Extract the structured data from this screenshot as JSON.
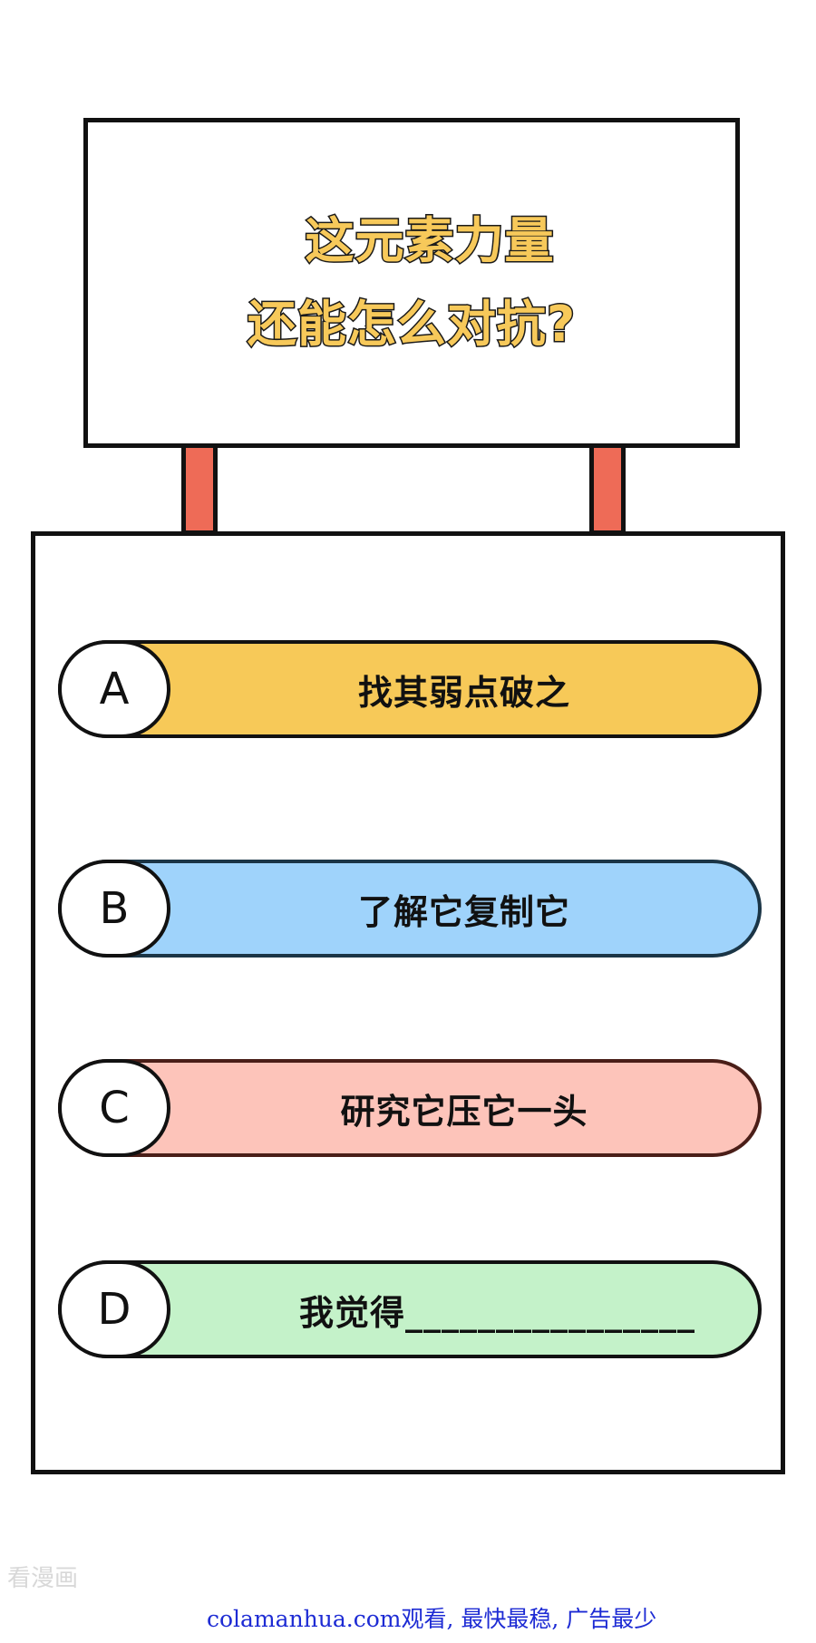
{
  "sign": {
    "title_line_1": "这元素力量",
    "title_line_2": "还能怎么对抗?"
  },
  "options": [
    {
      "letter": "A",
      "text": "找其弱点破之",
      "color": "#f7c958"
    },
    {
      "letter": "B",
      "text": "了解它复制它",
      "color": "#9fd3fb"
    },
    {
      "letter": "C",
      "text": "研究它压它一头",
      "color": "#fdc4ba"
    },
    {
      "letter": "D",
      "text": "我觉得________________",
      "color": "#c4f2c9"
    }
  ],
  "watermark": "看漫画",
  "footer": "colamanhua.com观看, 最快最稳, 广告最少",
  "colors": {
    "title_fill": "#f7c95a",
    "post": "#ee6b57",
    "footer_text": "#1d2bd4"
  }
}
